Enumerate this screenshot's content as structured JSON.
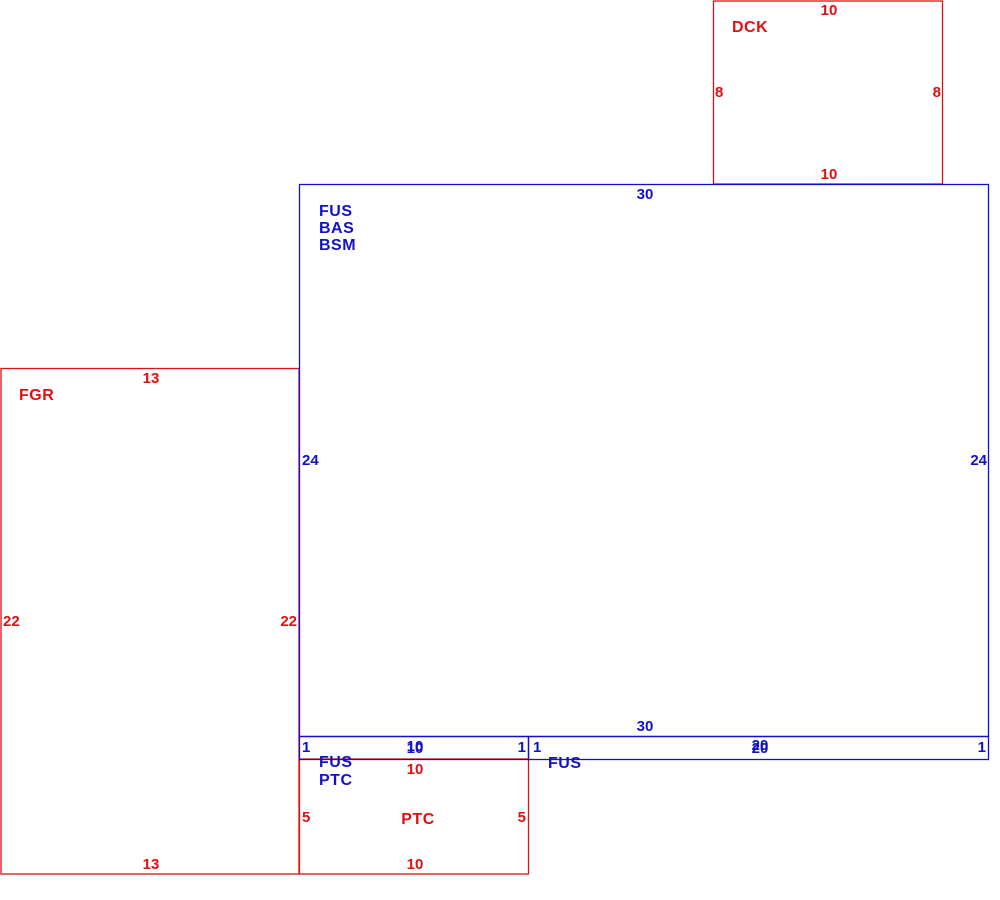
{
  "colors": {
    "red": "#dd1111",
    "blue": "#1111cc",
    "background": "#ffffff"
  },
  "areas": {
    "dck": {
      "labels": [
        "DCK"
      ],
      "dimensions": {
        "top": "10",
        "bottom": "10",
        "left": "8",
        "right": "8"
      }
    },
    "main": {
      "labels": [
        "FUS",
        "BAS",
        "BSM"
      ],
      "dimensions": {
        "top": "30",
        "bottom": "30",
        "left": "24",
        "right": "24"
      }
    },
    "fgr": {
      "labels": [
        "FGR"
      ],
      "dimensions": {
        "top": "13",
        "bottom": "13",
        "left": "22",
        "right": "22"
      }
    },
    "strip_left": {
      "labels": [
        "FUS",
        "PTC"
      ],
      "dimensions": {
        "top": "10",
        "bottom": "10",
        "left": "1",
        "right": "1"
      }
    },
    "strip_right": {
      "labels": [
        "FUS"
      ],
      "dimensions": {
        "top": "20",
        "bottom": "20",
        "left": "1",
        "right": "1"
      }
    },
    "ptc": {
      "labels": [
        "PTC"
      ],
      "dimensions": {
        "top": "10",
        "bottom": "10",
        "left": "5",
        "right": "5"
      }
    }
  }
}
